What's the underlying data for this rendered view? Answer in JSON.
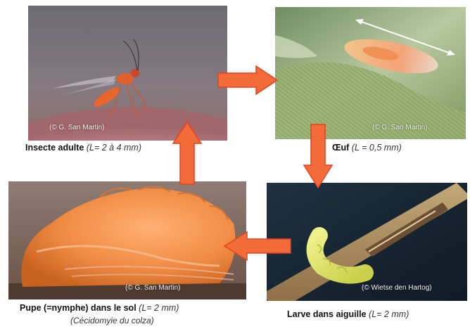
{
  "stages": {
    "adult": {
      "name": "Insecte adulte",
      "size": "(L= 2 à 4 mm)",
      "credit": "(© G. San Martin)"
    },
    "egg": {
      "name": "Œuf",
      "size": "(L = 0,5 mm)",
      "credit": "(© G. San Martin)"
    },
    "larva": {
      "name": "Larve dans aiguille",
      "size": "(L= 2 mm)",
      "credit": "(© Wietse den Hartog)"
    },
    "pupa": {
      "name": "Pupe (=nymphe) dans le sol",
      "size": "(L= 2 mm)",
      "credit": "(© G. San Martin)",
      "species": "(Cécidomyie du colza)"
    }
  },
  "colors": {
    "arrow_fill": "#f26b38",
    "arrow_stroke": "#e0451f"
  },
  "icons": [
    "arrow-right",
    "arrow-down",
    "arrow-left",
    "arrow-up",
    "double-headed-measure-arrow"
  ]
}
